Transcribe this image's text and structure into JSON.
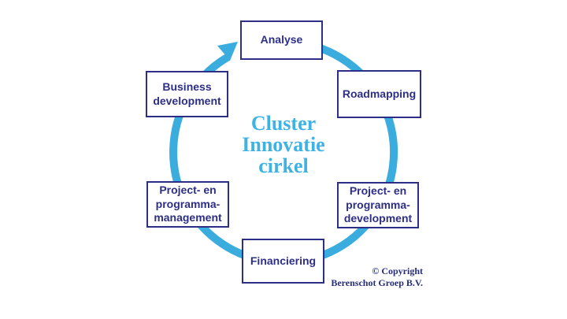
{
  "diagram": {
    "center_title": "Cluster\nInnovatie\ncirkel",
    "flow_direction": "clockwise",
    "nodes": [
      {
        "label": "Analyse"
      },
      {
        "label": "Roadmapping"
      },
      {
        "label": "Project- en\nprogramma-\ndevelopment"
      },
      {
        "label": "Financiering"
      },
      {
        "label": "Project- en\nprogramma-\nmanagement"
      },
      {
        "label": "Business\ndevelopment"
      }
    ],
    "icons": {
      "cycle_arrow": "clockwise-arrow-head"
    },
    "colors": {
      "arc": "#3aacde",
      "title_text": "#3fb2e4",
      "node_border": "#2d2f87",
      "node_text": "#2d2f87",
      "copyright_text": "#262e7a",
      "background": "#ffffff"
    }
  },
  "copyright": {
    "line1": "© Copyright",
    "line2": "Berenschot Groep B.V."
  }
}
